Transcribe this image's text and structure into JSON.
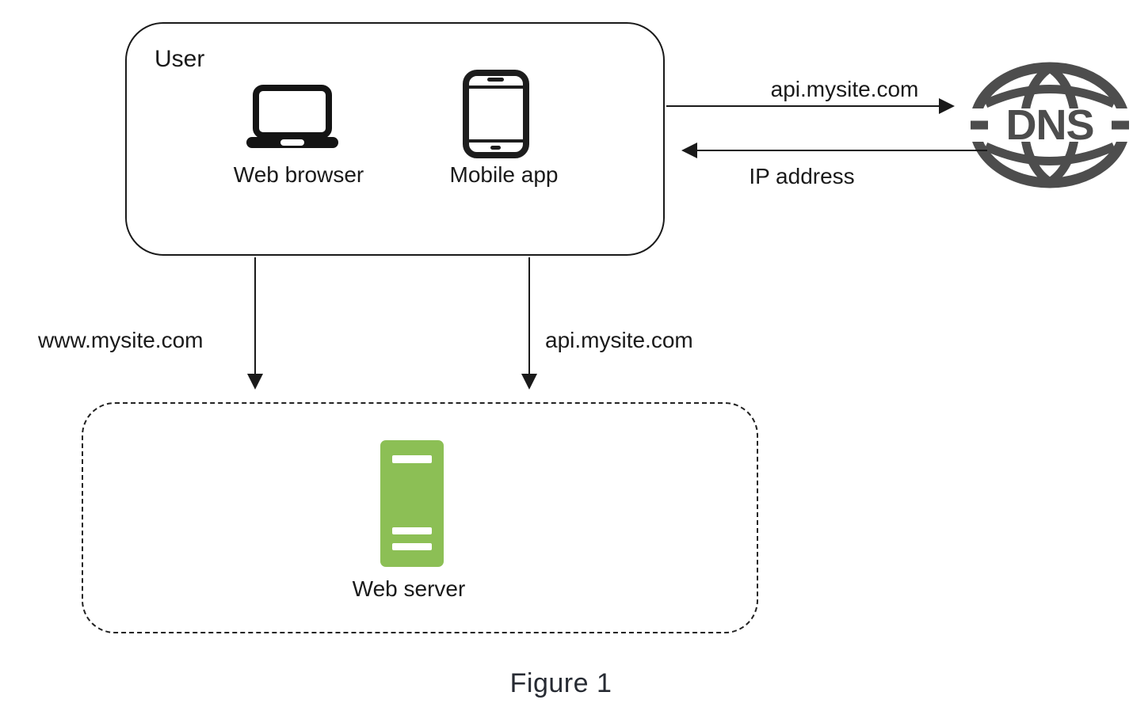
{
  "figure": {
    "caption": "Figure 1"
  },
  "user_box": {
    "title": "User",
    "devices": [
      {
        "icon": "laptop-icon",
        "label": "Web browser"
      },
      {
        "icon": "smartphone-icon",
        "label": "Mobile app"
      }
    ]
  },
  "dns": {
    "label": "DNS"
  },
  "arrows": {
    "to_dns_label": "api.mysite.com",
    "from_dns_label": "IP address",
    "browser_to_server_label": "www.mysite.com",
    "app_to_server_label": "api.mysite.com"
  },
  "server_box": {
    "label": "Web server"
  },
  "colors": {
    "server_green": "#8CBF55",
    "globe_gray": "#4D4D4D",
    "line_black": "#1A1A1A",
    "caption_dark": "#272B33"
  }
}
